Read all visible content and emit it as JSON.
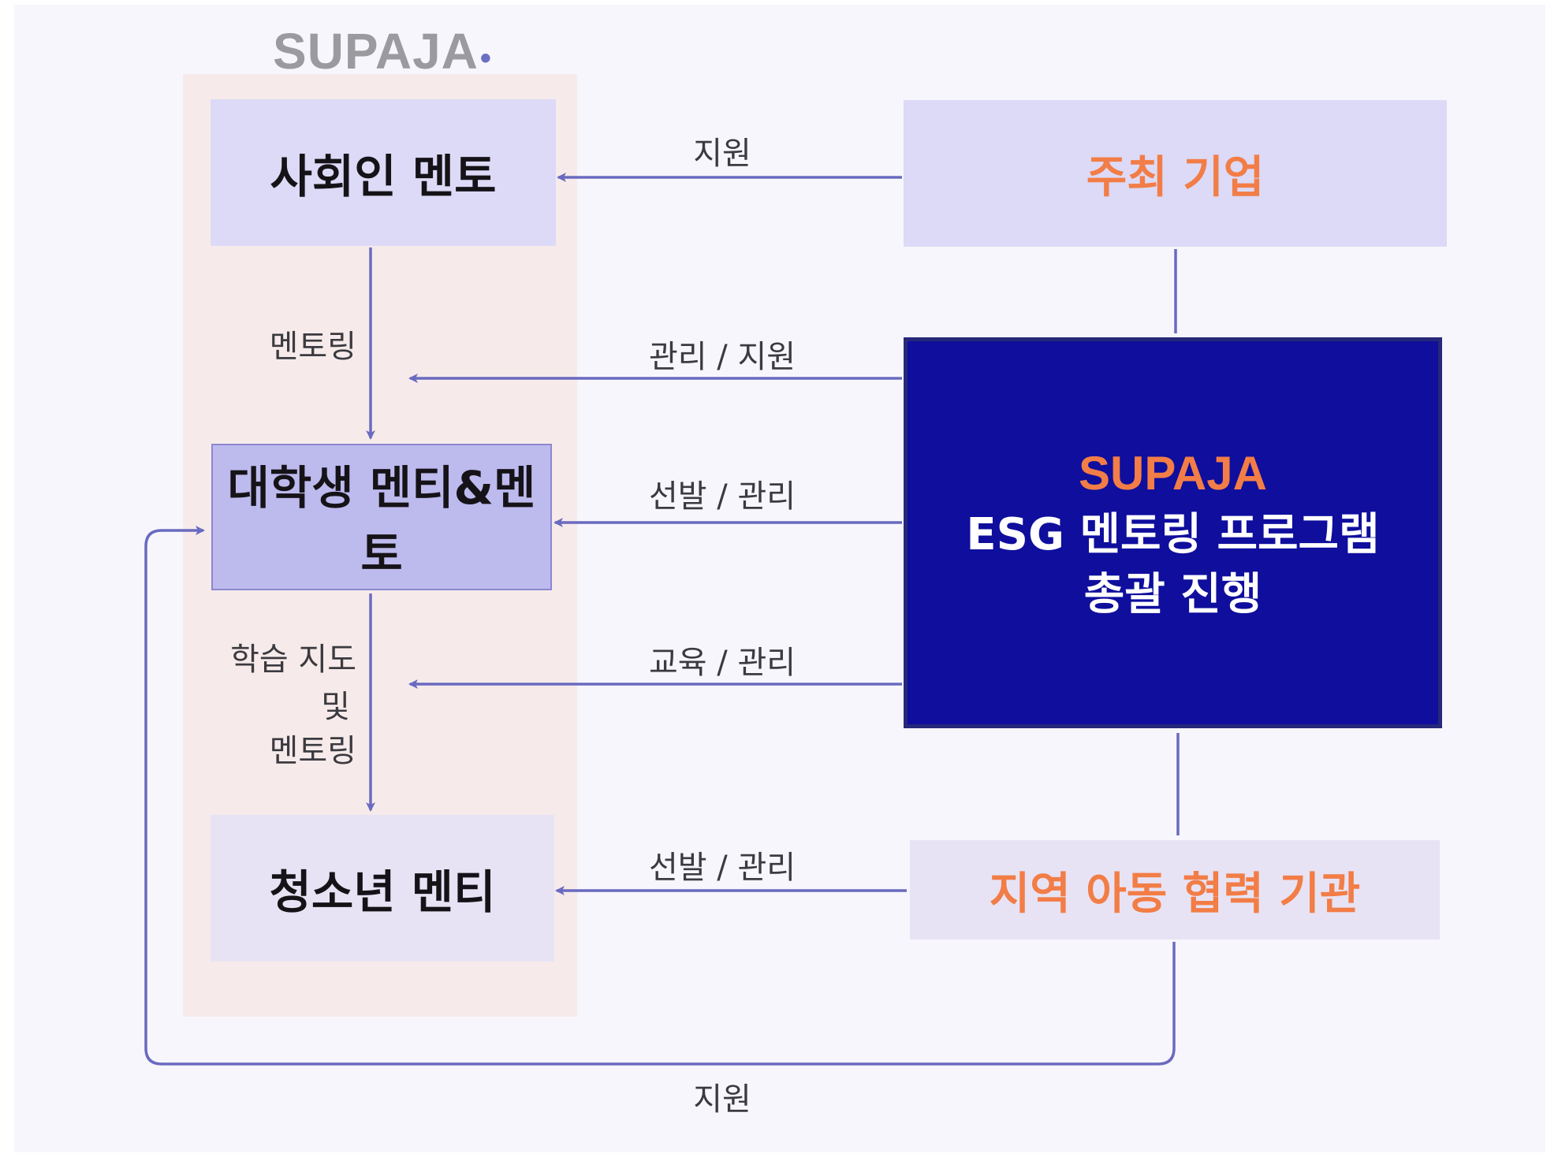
{
  "logo": {
    "text": "SUPAJA",
    "dot": "•"
  },
  "boxes": {
    "senior_mentor": "사회인 멘토",
    "student_mentor": "대학생 멘티&멘토",
    "youth_mentee": "청소년 멘티",
    "host_company": "주최 기업",
    "local_agency": "지역 아동 협력 기관"
  },
  "hq": {
    "brand": "SUPAJA",
    "line1": "ESG 멘토링 프로그램",
    "line2": "총괄 진행"
  },
  "edge_labels": {
    "host_support": "지원",
    "mentoring": "멘토링",
    "manage_support": "관리 / 지원",
    "select_manage_1": "선발 / 관리",
    "study_guide_1": "학습 지도",
    "study_guide_2": "및",
    "study_guide_3": "멘토링",
    "edu_manage": "교육 / 관리",
    "select_manage_2": "선발 / 관리",
    "bottom_support": "지원"
  },
  "colors": {
    "accent_orange": "#f27d46",
    "hq_fill": "#0f0e9d",
    "arrow": "#6a6ac0",
    "box_light": "#dcdaf6",
    "box_mid": "#bdbaee",
    "box_pale": "#e7e3f4"
  },
  "icons": {
    "arrowhead": "arrowhead-icon"
  }
}
